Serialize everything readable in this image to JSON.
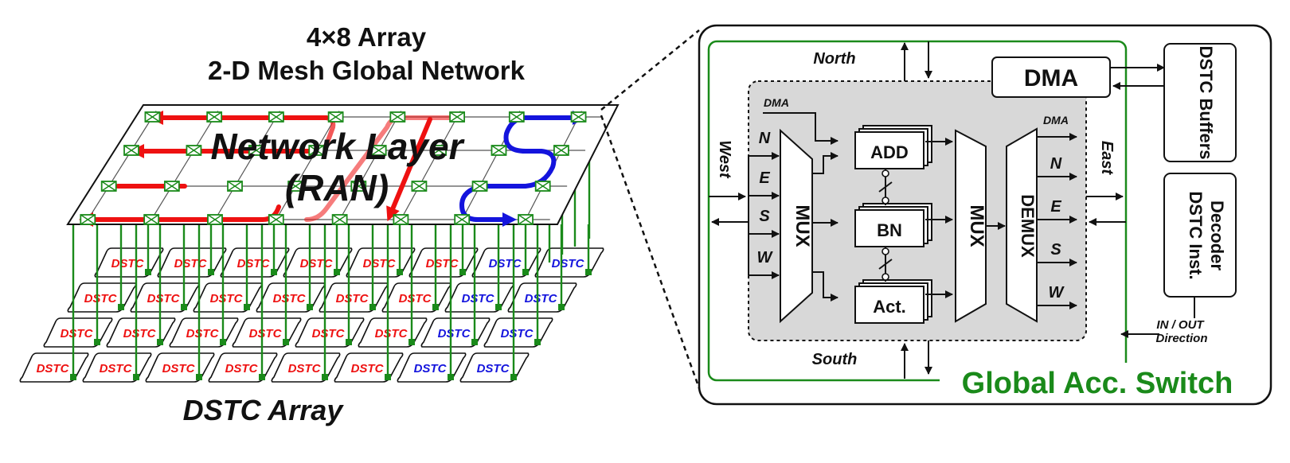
{
  "colors": {
    "red": "#ee1111",
    "blue": "#1414dd",
    "green": "#1a8a1a",
    "black": "#111111",
    "gray_fill": "#d8d8d8"
  },
  "left": {
    "title_line1": "4×8 Array",
    "title_line2": "2-D Mesh Global Network",
    "layer_line1": "Network Layer",
    "layer_line2": "(RAN)",
    "array_label": "DSTC Array",
    "tile_label": "DSTC",
    "tile_rows": 4,
    "tile_cols": 8,
    "blue_tiles_per_row": [
      2,
      2,
      2,
      2
    ]
  },
  "switch": {
    "title": "Global Acc. Switch",
    "north": "North",
    "south": "South",
    "west": "West",
    "east": "East",
    "dma_block": "DMA",
    "dma_in_label": "DMA",
    "dma_out_label": "DMA",
    "in_ports": [
      "N",
      "E",
      "S",
      "W"
    ],
    "out_ports": [
      "N",
      "E",
      "S",
      "W"
    ],
    "mux_left": "MUX",
    "mux_right": "MUX",
    "demux": "DEMUX",
    "ops": [
      "ADD",
      "BN",
      "Act."
    ],
    "buffers": "DSTC Buffers",
    "decoder_line1": "DSTC Inst.",
    "decoder_line2": "Decoder",
    "direction_line1": "IN / OUT",
    "direction_line2": "Direction"
  }
}
